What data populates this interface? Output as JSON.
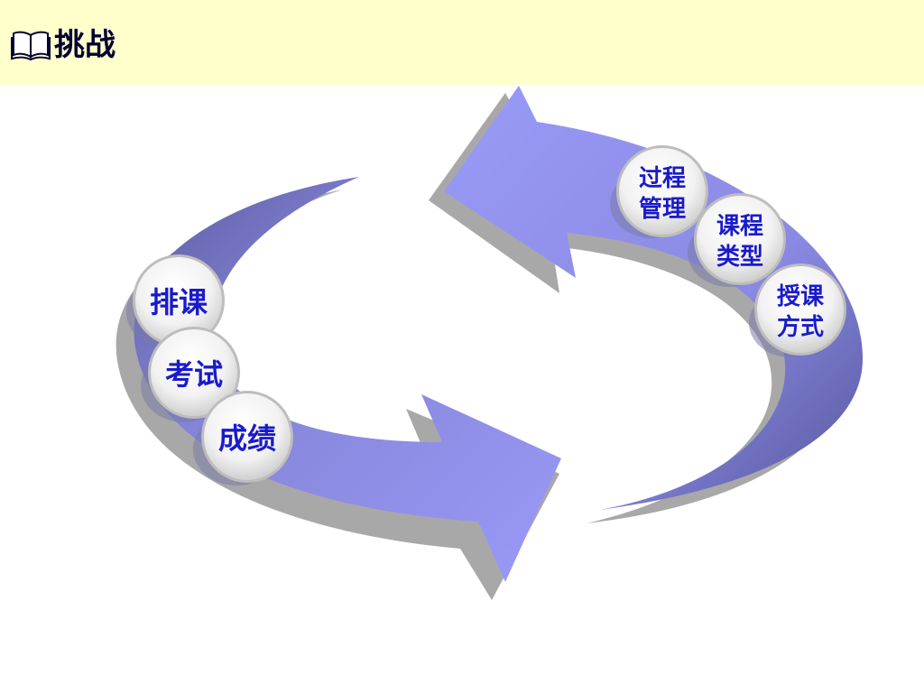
{
  "slide": {
    "title": "挑战",
    "icon": "open-book-icon"
  },
  "cycle_left": {
    "items": [
      {
        "label": "排课"
      },
      {
        "label": "考试"
      },
      {
        "label": "成绩"
      }
    ]
  },
  "cycle_right": {
    "items": [
      {
        "line1": "过程",
        "line2": "管理"
      },
      {
        "line1": "课程",
        "line2": "类型"
      },
      {
        "line1": "授课",
        "line2": "方式"
      }
    ]
  },
  "colors": {
    "title_bar": "#ffffcc",
    "title_text": "#000033",
    "arrow_light": "#9a9af5",
    "arrow_dark": "#6666aa",
    "shadow": "#a8a8a8",
    "label": "#1a1acc"
  }
}
